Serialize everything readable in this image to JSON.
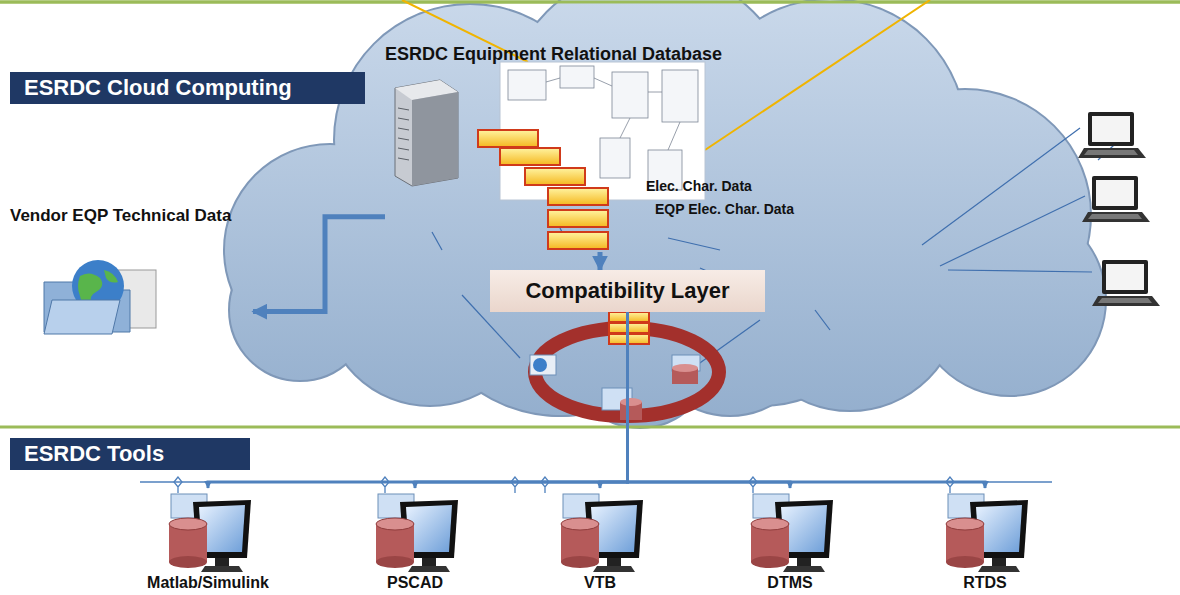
{
  "diagram": {
    "nodes": [
      {
        "text": [
          "ESRDC Cloud Computing"
        ]
      },
      {
        "text": [
          "ESRDC Equipment Relational Database"
        ]
      },
      {
        "text": [
          "Vendor EQP Technical Data"
        ]
      },
      {
        "text": [
          "Compatibility Layer"
        ]
      },
      {
        "text": [
          "ESRDC Tools"
        ]
      },
      {
        "text": [
          "Matlab/Simulink"
        ]
      },
      {
        "text": [
          "PSCAD"
        ]
      },
      {
        "text": [
          "VTB"
        ]
      },
      {
        "text": [
          "DTMS"
        ]
      },
      {
        "text": [
          "RTDS"
        ]
      }
    ],
    "edges": [
      {
        "from": 1,
        "to": 2,
        "arrow": "to"
      },
      {
        "from": 1,
        "to": 3,
        "arrow": "to"
      },
      {
        "from": 3,
        "to": 5,
        "arrow": "to"
      },
      {
        "from": 3,
        "to": 6,
        "arrow": "to"
      },
      {
        "from": 3,
        "to": 7,
        "arrow": "to"
      },
      {
        "from": 3,
        "to": 8,
        "arrow": "to"
      },
      {
        "from": 3,
        "to": 9,
        "arrow": "to"
      }
    ],
    "labels": [
      "Elec. Char. Data",
      "EQP Elec. Char. Data"
    ]
  }
}
